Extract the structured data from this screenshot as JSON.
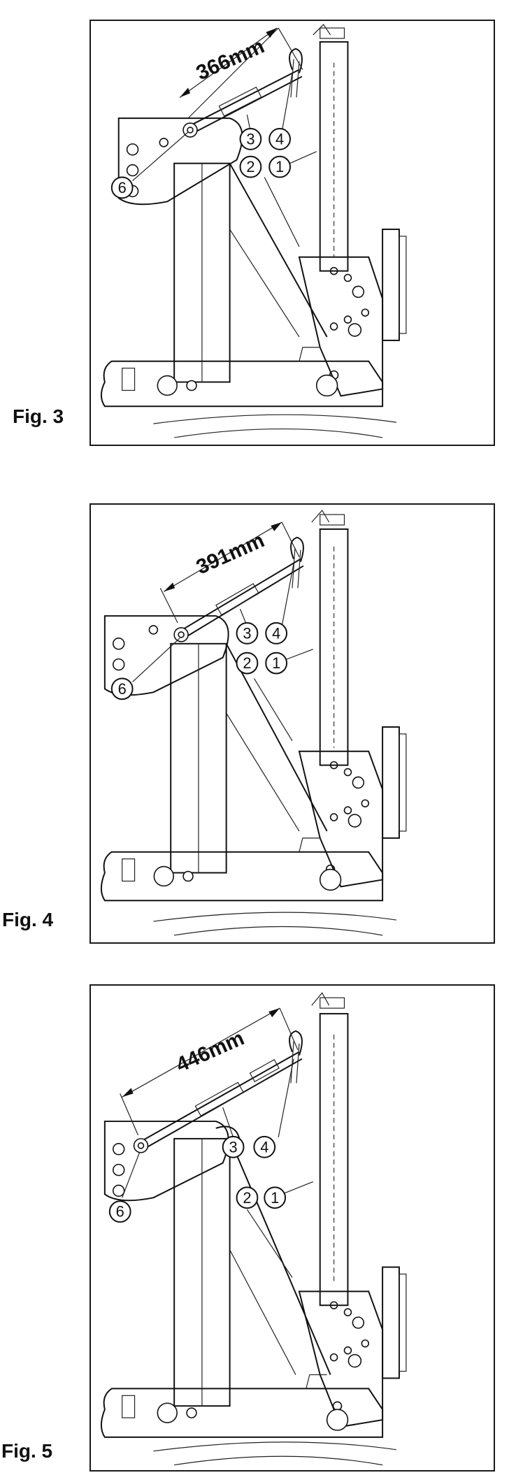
{
  "figures": [
    {
      "label": "Fig. 3",
      "dimension": "366mm",
      "callouts": [
        "1",
        "2",
        "3",
        "4",
        "6"
      ]
    },
    {
      "label": "Fig. 4",
      "dimension": "391mm",
      "callouts": [
        "1",
        "2",
        "3",
        "4",
        "6"
      ]
    },
    {
      "label": "Fig. 5",
      "dimension": "446mm",
      "callouts": [
        "1",
        "2",
        "3",
        "4",
        "6"
      ]
    }
  ]
}
